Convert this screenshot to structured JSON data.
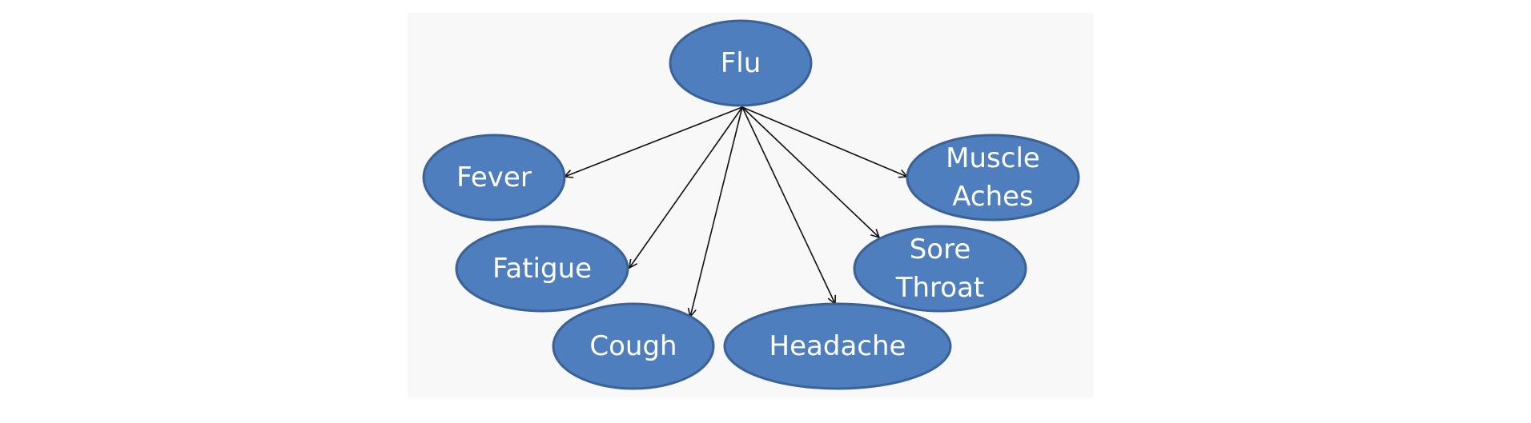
{
  "diagram": {
    "nodes": [
      {
        "id": "flu",
        "lines": [
          "Flu"
        ]
      },
      {
        "id": "fever",
        "lines": [
          "Fever"
        ]
      },
      {
        "id": "fatigue",
        "lines": [
          "Fatigue"
        ]
      },
      {
        "id": "cough",
        "lines": [
          "Cough"
        ]
      },
      {
        "id": "headache",
        "lines": [
          "Headache"
        ]
      },
      {
        "id": "sore-throat",
        "lines": [
          "Sore",
          "Throat"
        ]
      },
      {
        "id": "muscle-aches",
        "lines": [
          "Muscle",
          "Aches"
        ]
      }
    ],
    "edges": [
      {
        "from": "flu",
        "to": "fever"
      },
      {
        "from": "flu",
        "to": "fatigue"
      },
      {
        "from": "flu",
        "to": "cough"
      },
      {
        "from": "flu",
        "to": "headache"
      },
      {
        "from": "flu",
        "to": "sore-throat"
      },
      {
        "from": "flu",
        "to": "muscle-aches"
      }
    ]
  },
  "colors": {
    "background": "#f8f8f8",
    "node_fill": "#4f7ebe",
    "node_stroke": "#3a6296",
    "node_text": "#ffffff",
    "edge": "#111111"
  }
}
